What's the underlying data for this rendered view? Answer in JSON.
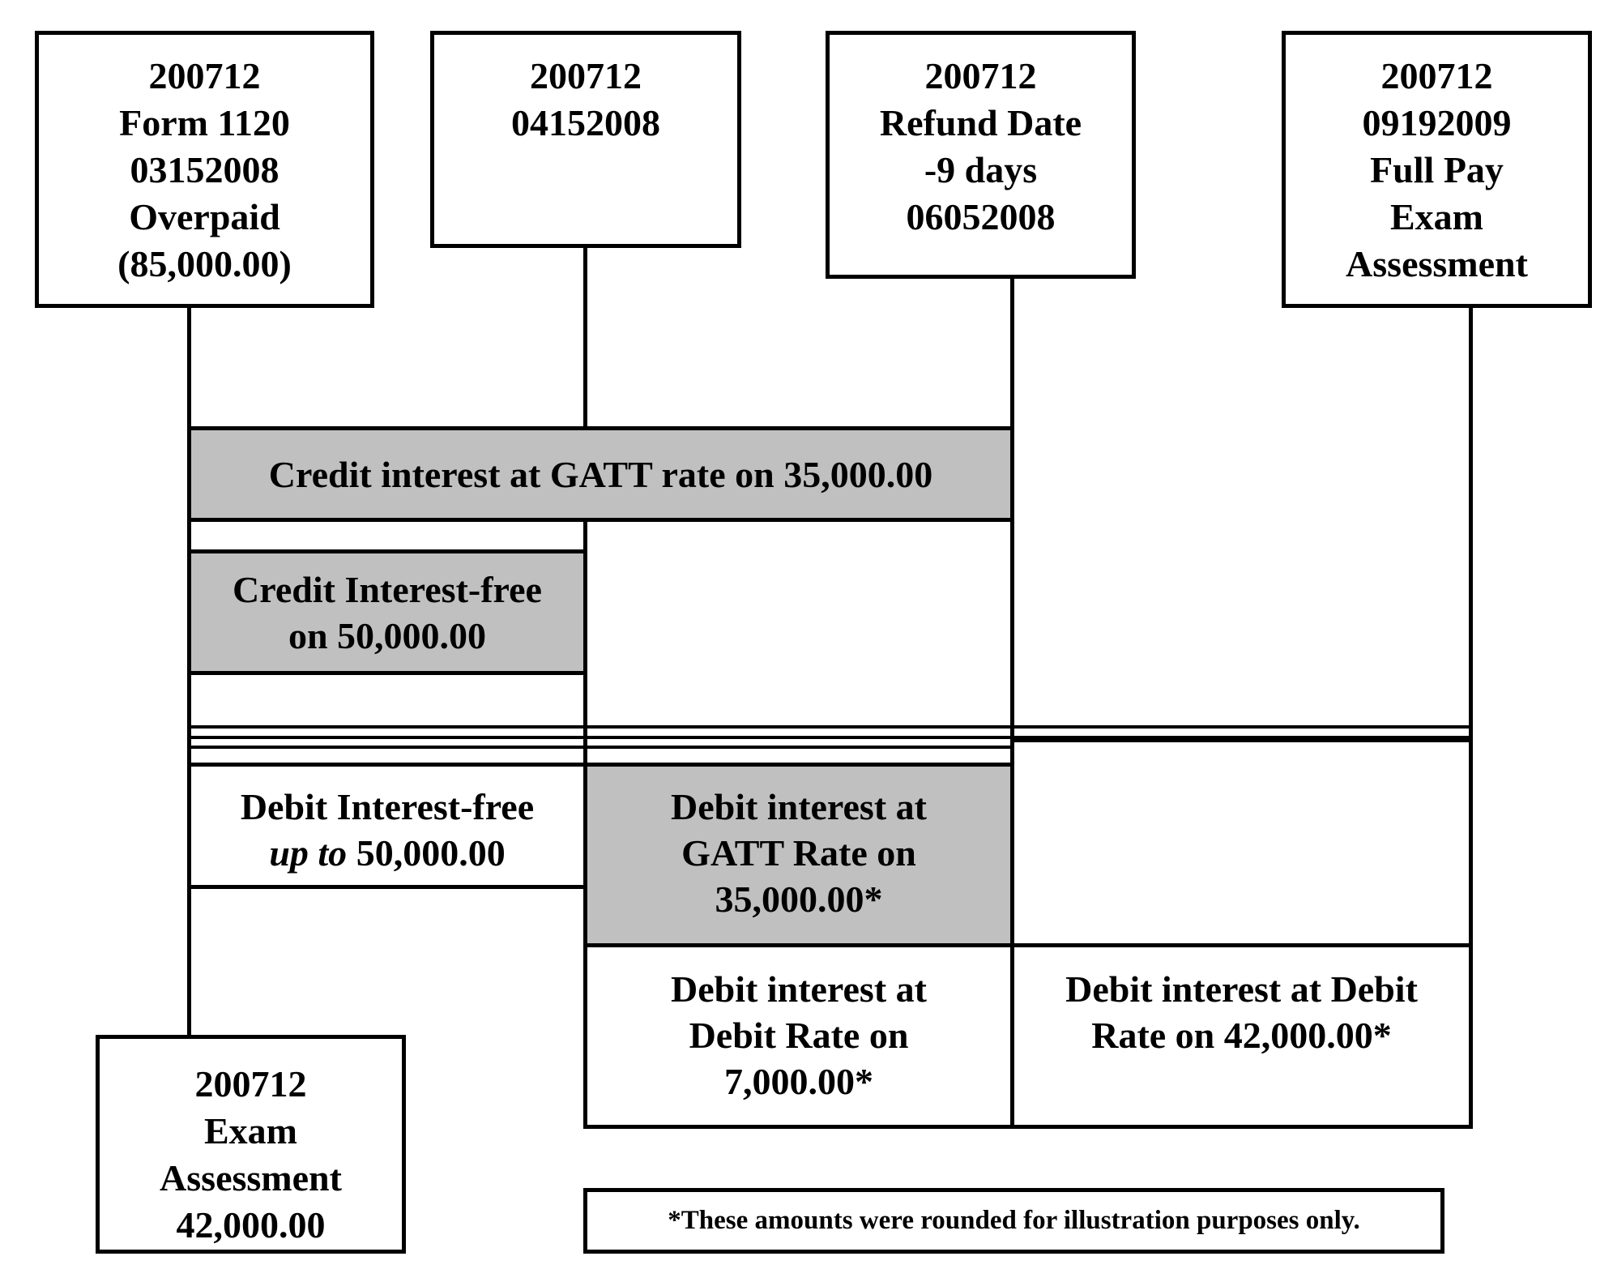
{
  "nodes": {
    "tax_return": [
      "200712",
      "Form 1120",
      "03152008",
      "Overpaid",
      "(85,000.00)"
    ],
    "due_date": [
      "200712",
      "04152008"
    ],
    "refund_date": [
      "200712",
      "Refund Date",
      "-9 days",
      "06052008"
    ],
    "full_pay": [
      "200712",
      "09192009",
      "Full Pay",
      "Exam",
      "Assessment"
    ],
    "exam_assessment": [
      "200712",
      "Exam",
      "Assessment",
      "42,000.00"
    ]
  },
  "periods": {
    "credit_gatt": "Credit interest at GATT rate on 35,000.00",
    "credit_free": [
      "Credit Interest-free",
      "on 50,000.00"
    ],
    "debit_free": {
      "line1": "Debit Interest-free",
      "line2_italic": "up to",
      "line2_rest": " 50,000.00"
    },
    "debit_gatt": [
      "Debit interest at",
      "GATT Rate on",
      "35,000.00*"
    ],
    "debit_rate_7000": [
      "Debit interest at",
      "Debit Rate on",
      "7,000.00*"
    ],
    "debit_rate_42000": [
      "Debit interest at Debit",
      "Rate on 42,000.00*"
    ]
  },
  "footnote": "*These amounts were rounded for illustration purposes only.",
  "colors": {
    "shaded": "#c0c0c0",
    "line": "#000000"
  }
}
